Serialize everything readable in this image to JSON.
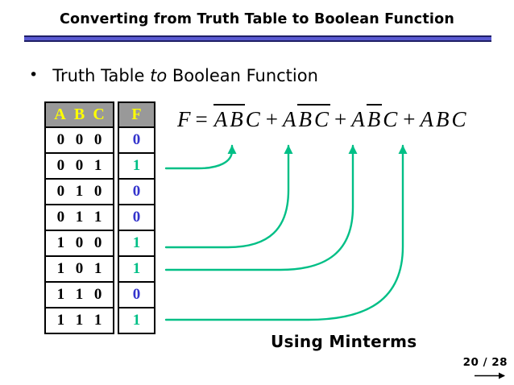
{
  "title": "Converting from Truth Table to Boolean Function",
  "bullet": {
    "marker": "•",
    "text_pre": "Truth Table ",
    "text_italic": "to",
    "text_post": " Boolean Function"
  },
  "truth_table": {
    "headers": [
      "A",
      "B",
      "C",
      "F"
    ],
    "rows": [
      {
        "A": "0",
        "B": "0",
        "C": "0",
        "F": "0"
      },
      {
        "A": "0",
        "B": "0",
        "C": "1",
        "F": "1"
      },
      {
        "A": "0",
        "B": "1",
        "C": "0",
        "F": "0"
      },
      {
        "A": "0",
        "B": "1",
        "C": "1",
        "F": "0"
      },
      {
        "A": "1",
        "B": "0",
        "C": "0",
        "F": "1"
      },
      {
        "A": "1",
        "B": "0",
        "C": "1",
        "F": "1"
      },
      {
        "A": "1",
        "B": "1",
        "C": "0",
        "F": "0"
      },
      {
        "A": "1",
        "B": "1",
        "C": "1",
        "F": "1"
      }
    ]
  },
  "formula": {
    "lhs": "F",
    "equals": "=",
    "plus": "+",
    "terms": [
      {
        "parts": [
          {
            "ch": "A",
            "bar": true
          },
          {
            "ch": "B",
            "bar": true
          },
          {
            "ch": "C",
            "bar": false
          }
        ]
      },
      {
        "parts": [
          {
            "ch": "A",
            "bar": false
          },
          {
            "ch": "B",
            "bar": true
          },
          {
            "ch": "C",
            "bar": true
          }
        ]
      },
      {
        "parts": [
          {
            "ch": "A",
            "bar": false
          },
          {
            "ch": "B",
            "bar": true
          },
          {
            "ch": "C",
            "bar": false
          }
        ]
      },
      {
        "parts": [
          {
            "ch": "A",
            "bar": false
          },
          {
            "ch": "B",
            "bar": false
          },
          {
            "ch": "C",
            "bar": false
          }
        ]
      }
    ]
  },
  "caption": "Using Minterms",
  "page_indicator": "20 / 28",
  "colors": {
    "minterm_green": "#00bf86",
    "false_blue": "#3333cc",
    "header_bg": "#999999",
    "header_text": "#ffff00",
    "underline_blue": "#5a5ad2"
  }
}
